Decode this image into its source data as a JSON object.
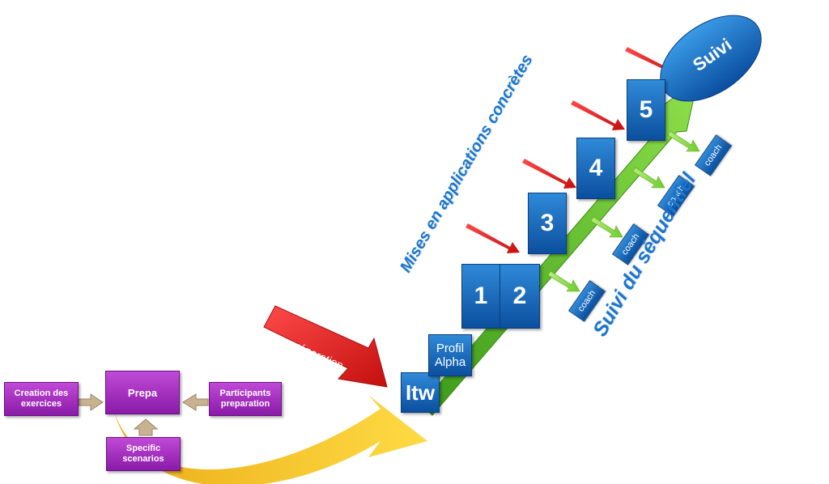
{
  "diagram": {
    "boxes": {
      "creation": "Creation des exercices",
      "prepa": "Prepa",
      "participants": "Participants preparation",
      "specific": "Specific scenarios"
    },
    "steps": {
      "itw": "Itw",
      "profil": "Profil Alpha",
      "s1": "1",
      "s2": "2",
      "s3": "3",
      "s4": "4",
      "s5": "5"
    },
    "coach_label": "coach",
    "suivi": "Suivi",
    "preparation_arrow": "préparation",
    "mises_label": "Mises en applications concrètes",
    "sequentiel_label": "Suivi du séquentiel",
    "colors": {
      "purple": "#9b2bbd",
      "blue": "#1670c9",
      "green": "#5cb82e",
      "red": "#e21b1b",
      "yellow": "#f5c21a"
    }
  }
}
